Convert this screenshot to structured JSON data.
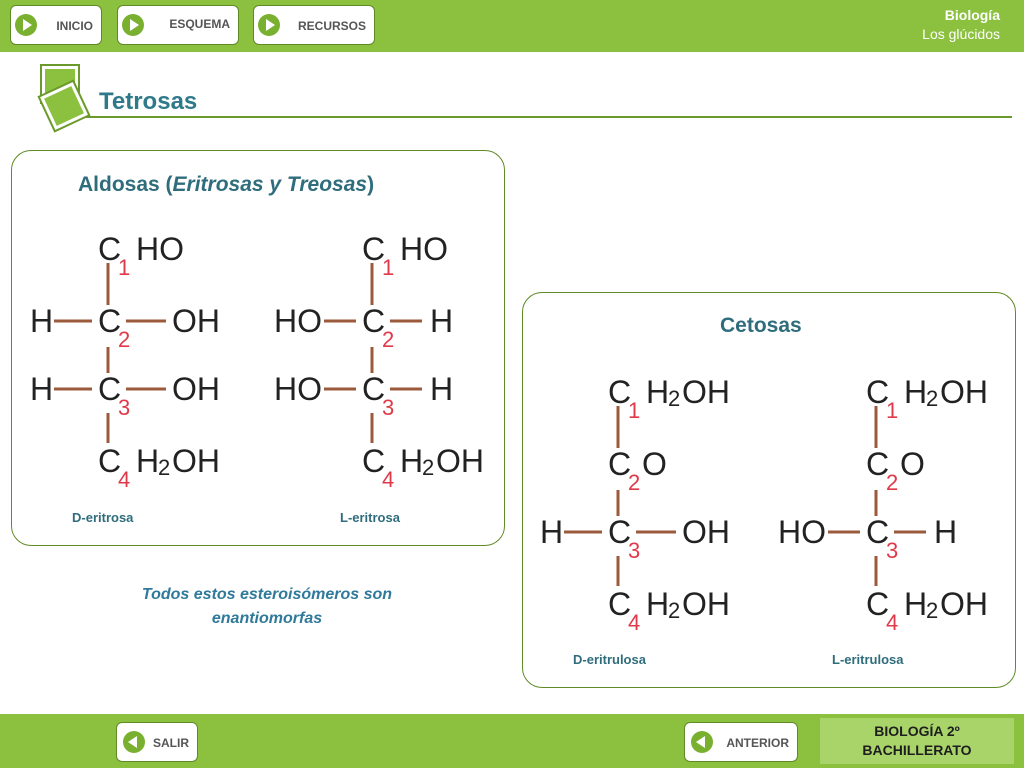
{
  "nav": {
    "inicio": "INICIO",
    "esquema": "ESQUEMA",
    "recursos": "RECURSOS"
  },
  "brand": {
    "subject": "Biología",
    "topic": "Los glúcidos"
  },
  "section": {
    "title": "Tetrosas"
  },
  "aldosas": {
    "title_prefix": "Aldosas (",
    "title_italic": "Eritrosas y Treosas",
    "title_suffix": ")",
    "molecules": [
      {
        "name": "D-eritrosa",
        "c1": "HO",
        "c2_left": "H",
        "c2_right": "OH",
        "c3_left": "H",
        "c3_right": "OH",
        "c4_group": "H",
        "c4_sub": "2",
        "c4_tail": "OH"
      },
      {
        "name": "L-eritrosa",
        "c1": "HO",
        "c2_left": "HO",
        "c2_right": "H",
        "c3_left": "HO",
        "c3_right": "H",
        "c4_group": "H",
        "c4_sub": "2",
        "c4_tail": "OH"
      }
    ]
  },
  "cetosas": {
    "title": "Cetosas",
    "molecules": [
      {
        "name": "D-eritrulosa",
        "c1_group": "H",
        "c1_sub": "2",
        "c1_tail": "OH",
        "c2_right": "O",
        "c3_left": "H",
        "c3_right": "OH",
        "c4_group": "H",
        "c4_sub": "2",
        "c4_tail": "OH"
      },
      {
        "name": "L-eritrulosa",
        "c1_group": "H",
        "c1_sub": "2",
        "c1_tail": "OH",
        "c2_right": "O",
        "c3_left": "HO",
        "c3_right": "H",
        "c4_group": "H",
        "c4_sub": "2",
        "c4_tail": "OH"
      }
    ]
  },
  "labels": {
    "carbon": "C",
    "n1": "1",
    "n2": "2",
    "n3": "3",
    "n4": "4"
  },
  "note": "Todos estos esteroisómeros son enantiomorfas",
  "footer": {
    "salir": "SALIR",
    "anterior": "ANTERIOR",
    "course_line1": "BIOLOGÍA 2º",
    "course_line2": "BACHILLERATO"
  },
  "colors": {
    "bar": "#8cc03f",
    "bond": "#9b5a3c",
    "number": "#e03a4a",
    "heading": "#2f6d7d"
  }
}
